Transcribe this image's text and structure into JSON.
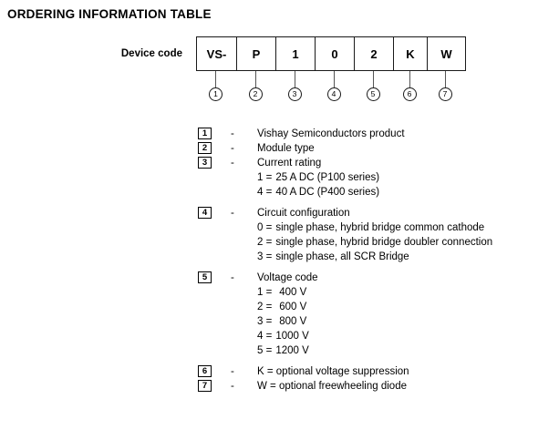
{
  "page": {
    "title": "ORDERING INFORMATION TABLE",
    "device_code_label": "Device code"
  },
  "device_code": {
    "cells": [
      {
        "value": "VS-",
        "callout": "1"
      },
      {
        "value": "P",
        "callout": "2"
      },
      {
        "value": "1",
        "callout": "3"
      },
      {
        "value": "0",
        "callout": "4"
      },
      {
        "value": "2",
        "callout": "5"
      },
      {
        "value": "K",
        "callout": "6"
      },
      {
        "value": "W",
        "callout": "7"
      }
    ]
  },
  "legend": {
    "dash": "-",
    "items": [
      {
        "num": "1",
        "title": "Vishay Semiconductors product",
        "options": []
      },
      {
        "num": "2",
        "title": "Module type",
        "options": []
      },
      {
        "num": "3",
        "title": "Current rating",
        "options": [
          {
            "key": "1 =",
            "val": "25 A DC (P100 series)"
          },
          {
            "key": "4 =",
            "val": "40 A DC (P400 series)"
          }
        ]
      },
      {
        "num": "4",
        "title": "Circuit configuration",
        "options": [
          {
            "key": "0 =",
            "val": "single phase, hybrid bridge common cathode"
          },
          {
            "key": "2 =",
            "val": "single phase, hybrid bridge doubler connection"
          },
          {
            "key": "3 =",
            "val": "single phase, all SCR Bridge"
          }
        ]
      },
      {
        "num": "5",
        "title": "Voltage code",
        "options": [
          {
            "key": "1 =",
            "val": "400 V"
          },
          {
            "key": "2 =",
            "val": "600 V"
          },
          {
            "key": "3 =",
            "val": "800 V"
          },
          {
            "key": "4 =",
            "val": "1000 V"
          },
          {
            "key": "5 =",
            "val": "1200 V"
          }
        ]
      },
      {
        "num": "6",
        "title": "K = optional voltage suppression",
        "options": []
      },
      {
        "num": "7",
        "title": "W = optional freewheeling diode",
        "options": []
      }
    ]
  }
}
